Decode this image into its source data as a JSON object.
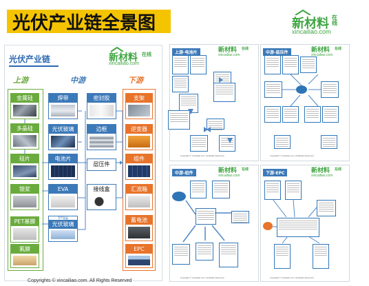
{
  "header": {
    "title": "光伏产业链全景图",
    "logo_text": "新材料",
    "logo_tag": "在线",
    "logo_url": "xincailiao.com"
  },
  "main": {
    "title": "光伏产业链",
    "logo_text": "新材料",
    "logo_tag": "在线",
    "logo_url": "xincailiao.com",
    "stages": {
      "up": "上游",
      "mid": "中游",
      "down": "下游"
    },
    "nodes": {
      "jinshugui": "金属硅",
      "duojinggui": "多晶硅",
      "guipian": "硅片",
      "yinjiang": "银浆",
      "pet": "PET基膜",
      "fumo": "氟膜",
      "handai": "焊带",
      "guangfuboli": "光伏玻璃",
      "dianchipian": "电池片",
      "eva": "EVA",
      "tuceng": "光伏玻璃",
      "mifengjiao": "密封胶",
      "biankuang": "边框",
      "cengyajian": "层压件",
      "jiexianhe": "接线盒",
      "zhijia": "支架",
      "nibianqi": "逆变器",
      "zujian": "组件",
      "huiliuxiang": "汇流箱",
      "xudianchi": "蓄电池",
      "epc": "EPC"
    },
    "backsheet_tag": "TPT背板",
    "copyright": "Copyrights © xincailiao.com. All Rights Reserved"
  },
  "panels": {
    "p1": {
      "title": "上游-电池片",
      "logo": "新材料",
      "tag": "在线",
      "url": "xincailiao.com",
      "copyright": "Copyright © xincailiao.com. All Rights Reserved"
    },
    "p2": {
      "title": "中游-层压件",
      "logo": "新材料",
      "tag": "在线",
      "url": "xincailiao.com",
      "copyright": "Copyright © xincailiao.com. All Rights Reserved"
    },
    "p3": {
      "title": "中游-组件",
      "logo": "新材料",
      "tag": "在线",
      "url": "xincailiao.com",
      "copyright": "Copyright © xincailiao.com. All Rights Reserved"
    },
    "p4": {
      "title": "下游-EPC",
      "logo": "新材料",
      "tag": "在线",
      "url": "xincailiao.com",
      "copyright": "Copyright © xincailiao.com. All Rights Reserved"
    }
  },
  "colors": {
    "title_bar": "#f5c400",
    "logo_green": "#3ea541",
    "upstream_green": "#6aab3d",
    "midstream_blue": "#3c79b8",
    "downstream_orange": "#e8732a",
    "arrow": "#4f86c6"
  }
}
